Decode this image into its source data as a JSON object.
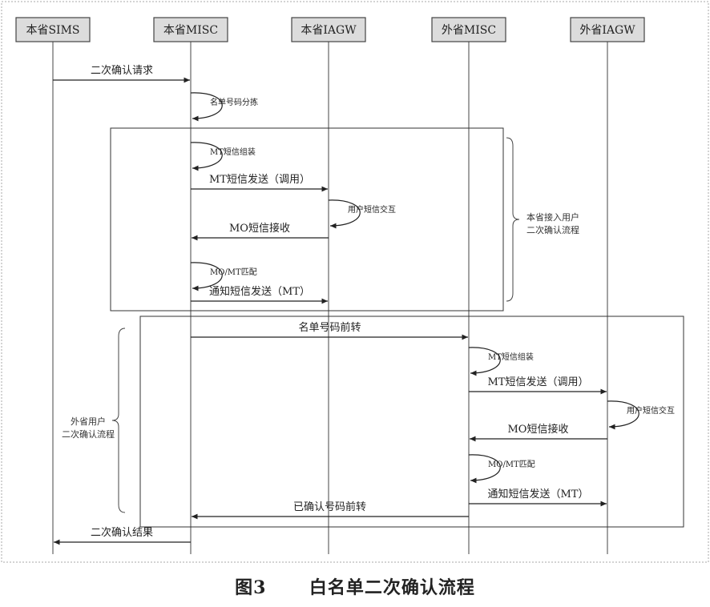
{
  "participants": [
    "本省SIMS",
    "本省MISC",
    "本省IAGW",
    "外省MISC",
    "外省IAGW"
  ],
  "messages": [
    {
      "from": 0,
      "to": 1,
      "label": "二次确认请求",
      "style": "solid"
    },
    {
      "self": 1,
      "label": "名单号码分拣"
    },
    {
      "self": 1,
      "label": "MT短信组装"
    },
    {
      "from": 1,
      "to": 2,
      "label": "MT短信发送（调用）",
      "style": "solid"
    },
    {
      "self": 2,
      "label": "用户短信交互"
    },
    {
      "from": 2,
      "to": 1,
      "label": "MO短信接收",
      "style": "solid"
    },
    {
      "self": 1,
      "label": "MO/MT匹配"
    },
    {
      "from": 1,
      "to": 2,
      "label": "通知短信发送（MT）",
      "style": "solid"
    },
    {
      "from": 1,
      "to": 3,
      "label": "名单号码前转",
      "style": "solid"
    },
    {
      "self": 3,
      "label": "MT短信组装"
    },
    {
      "from": 3,
      "to": 4,
      "label": "MT短信发送（调用）",
      "style": "solid"
    },
    {
      "self": 4,
      "label": "用户短信交互"
    },
    {
      "from": 4,
      "to": 3,
      "label": "MO短信接收",
      "style": "solid"
    },
    {
      "self": 3,
      "label": "MO/MT匹配"
    },
    {
      "from": 3,
      "to": 4,
      "label": "通知短信发送（MT）",
      "style": "solid"
    },
    {
      "from": 3,
      "to": 1,
      "label": "已确认号码前转",
      "style": "solid"
    },
    {
      "from": 1,
      "to": 0,
      "label": "二次确认结果",
      "style": "solid"
    }
  ],
  "groups": [
    {
      "label_lines": [
        "本省接入用户",
        "二次确认流程"
      ]
    },
    {
      "label_lines": [
        "外省用户",
        "二次确认流程"
      ]
    }
  ],
  "caption": {
    "figure": "图3",
    "title": "白名单二次确认流程"
  }
}
